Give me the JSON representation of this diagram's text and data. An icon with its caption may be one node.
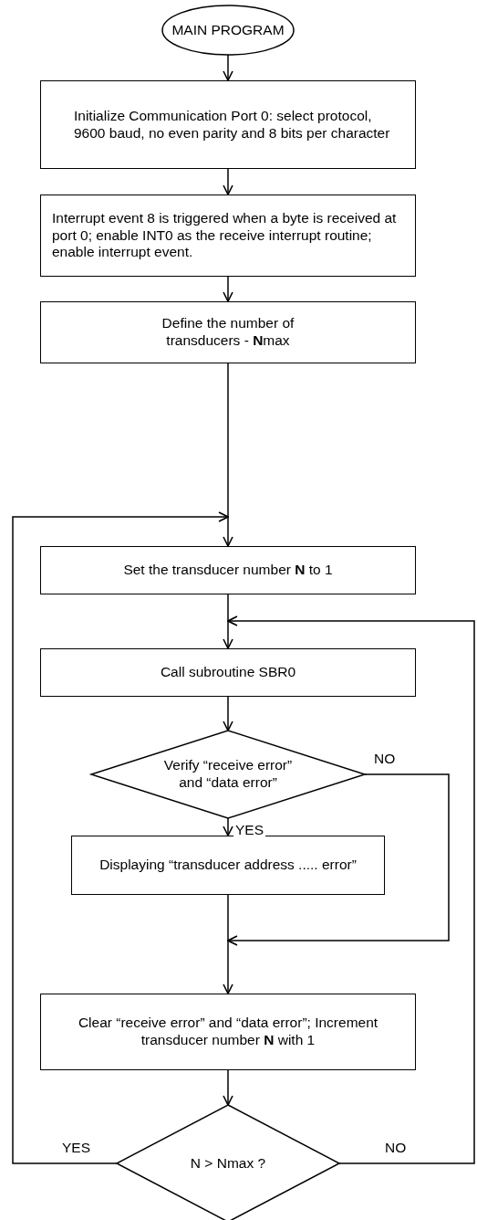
{
  "diagram": {
    "nodes": [
      {
        "text": [
          "MAIN PROGRAM"
        ]
      },
      {
        "text": [
          "Initialize Communication Port 0: select protocol, 9600 baud, no even parity and 8 bits per character"
        ]
      },
      {
        "text": [
          "Interrupt event 8 is triggered when a byte is received at port 0; enable INT0 as the receive interrupt routine; enable interrupt event."
        ]
      },
      {
        "text": [
          "Define the number of transducers - **N**max"
        ]
      },
      {
        "text": [
          "Set the  transducer number **N** to 1"
        ]
      },
      {
        "text": [
          "Call subroutine SBR0"
        ]
      },
      {
        "text": [
          "Verify “receive error” and “data error”"
        ]
      },
      {
        "text": [
          "Displaying “transducer address .....   error”"
        ]
      },
      {
        "text": [
          "Clear “receive error” and “data error”; Increment transducer number **N** with 1"
        ]
      },
      {
        "text": [
          "N > Nmax ?"
        ]
      }
    ],
    "edges": [
      {
        "from": 0,
        "to": 1,
        "arrow": "to"
      },
      {
        "from": 1,
        "to": 2,
        "arrow": "to"
      },
      {
        "from": 2,
        "to": 3,
        "arrow": "to"
      },
      {
        "from": 3,
        "to": 4,
        "arrow": "to"
      },
      {
        "from": 4,
        "to": 5,
        "arrow": "to"
      },
      {
        "from": 5,
        "to": 6,
        "arrow": "to"
      },
      {
        "from": 6,
        "to": 7,
        "arrow": "to",
        "label": "YES"
      },
      {
        "from": 7,
        "to": 8,
        "arrow": "to"
      },
      {
        "from": 6,
        "to": 8,
        "arrow": "to",
        "label": "NO"
      },
      {
        "from": 8,
        "to": 9,
        "arrow": "to"
      },
      {
        "from": 9,
        "to": 4,
        "arrow": "to",
        "label": "YES"
      },
      {
        "from": 9,
        "to": 5,
        "arrow": "to",
        "label": "NO"
      }
    ]
  }
}
